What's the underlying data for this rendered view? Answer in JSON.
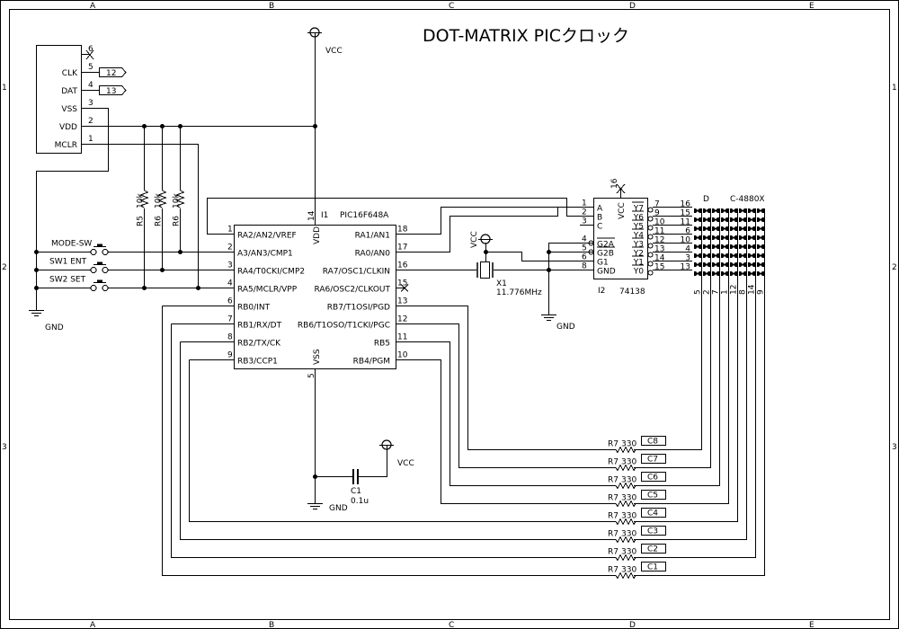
{
  "title": "DOT-MATRIX PICクロック",
  "frame": {
    "columns": [
      "A",
      "B",
      "C",
      "D",
      "E"
    ],
    "rows": [
      "1",
      "2",
      "3"
    ]
  },
  "power": {
    "vcc": "VCC",
    "gnd": "GND"
  },
  "connector": {
    "pins": [
      {
        "num": "6",
        "label": ""
      },
      {
        "num": "5",
        "label": "CLK",
        "tag": "12"
      },
      {
        "num": "4",
        "label": "DAT",
        "tag": "13"
      },
      {
        "num": "3",
        "label": "VSS"
      },
      {
        "num": "2",
        "label": "VDD"
      },
      {
        "num": "1",
        "label": "MCLR"
      }
    ]
  },
  "pullups": [
    {
      "ref": "R5",
      "value": "10k"
    },
    {
      "ref": "R6",
      "value": "10k"
    },
    {
      "ref": "R6",
      "value": "10k"
    }
  ],
  "switches": [
    {
      "label": "MODE-SW"
    },
    {
      "label": "SW1 ENT"
    },
    {
      "label": "SW2 SET"
    }
  ],
  "pic": {
    "ref": "I1",
    "part": "PIC16F648A",
    "vdd_label": "VDD",
    "vdd_pin": "14",
    "vss_label": "VSS",
    "vss_pin": "5",
    "left_pins": [
      {
        "num": "1",
        "name": "RA2/AN2/VREF"
      },
      {
        "num": "2",
        "name": "A3/AN3/CMP1"
      },
      {
        "num": "3",
        "name": "RA4/T0CKI/CMP2"
      },
      {
        "num": "4",
        "name": "RA5/MCLR/VPP"
      },
      {
        "num": "6",
        "name": "RB0/INT"
      },
      {
        "num": "7",
        "name": "RB1/RX/DT"
      },
      {
        "num": "8",
        "name": "RB2/TX/CK"
      },
      {
        "num": "9",
        "name": "RB3/CCP1"
      }
    ],
    "right_pins": [
      {
        "num": "18",
        "name": "RA1/AN1"
      },
      {
        "num": "17",
        "name": "RA0/AN0"
      },
      {
        "num": "16",
        "name": "RA7/OSC1/CLKIN"
      },
      {
        "num": "15",
        "name": "RA6/OSC2/CLKOUT"
      },
      {
        "num": "13",
        "name": "RB7/T1OSI/PGD"
      },
      {
        "num": "12",
        "name": "RB6/T1OSO/T1CKI/PGC"
      },
      {
        "num": "11",
        "name": "RB5"
      },
      {
        "num": "10",
        "name": "RB4/PGM"
      }
    ]
  },
  "crystal": {
    "ref": "X1",
    "value": "11.776MHz"
  },
  "capacitor": {
    "ref": "C1",
    "value": "0.1u"
  },
  "decoder": {
    "ref": "I2",
    "part": "74138",
    "vcc_label": "VCC",
    "vcc_pin": "16",
    "left_pins": [
      {
        "num": "1",
        "name": "A"
      },
      {
        "num": "2",
        "name": "B"
      },
      {
        "num": "3",
        "name": "C"
      },
      {
        "num": "4",
        "name": "G2A"
      },
      {
        "num": "5",
        "name": "G2B"
      },
      {
        "num": "6",
        "name": "G1"
      },
      {
        "num": "8",
        "name": "GND"
      }
    ],
    "right_pins": [
      {
        "num": "7",
        "name": "Y7",
        "row": "16"
      },
      {
        "num": "9",
        "name": "Y6",
        "row": "15"
      },
      {
        "num": "10",
        "name": "Y5",
        "row": "11"
      },
      {
        "num": "11",
        "name": "Y4",
        "row": "6"
      },
      {
        "num": "12",
        "name": "Y3",
        "row": "10"
      },
      {
        "num": "13",
        "name": "Y2",
        "row": "4"
      },
      {
        "num": "14",
        "name": "Y1",
        "row": "3"
      },
      {
        "num": "15",
        "name": "Y0",
        "row": "13"
      }
    ]
  },
  "matrix": {
    "ref": "D",
    "part": "C-4880X",
    "column_pins": [
      "5",
      "2",
      "7",
      "1",
      "12",
      "8",
      "14",
      "9"
    ]
  },
  "column_resistors": [
    {
      "ref": "R7",
      "value": "330",
      "tag": "C8"
    },
    {
      "ref": "R7",
      "value": "330",
      "tag": "C7"
    },
    {
      "ref": "R7",
      "value": "330",
      "tag": "C6"
    },
    {
      "ref": "R7",
      "value": "330",
      "tag": "C5"
    },
    {
      "ref": "R7",
      "value": "330",
      "tag": "C4"
    },
    {
      "ref": "R7",
      "value": "330",
      "tag": "C3"
    },
    {
      "ref": "R7",
      "value": "330",
      "tag": "C2"
    },
    {
      "ref": "R7",
      "value": "330",
      "tag": "C1"
    }
  ]
}
